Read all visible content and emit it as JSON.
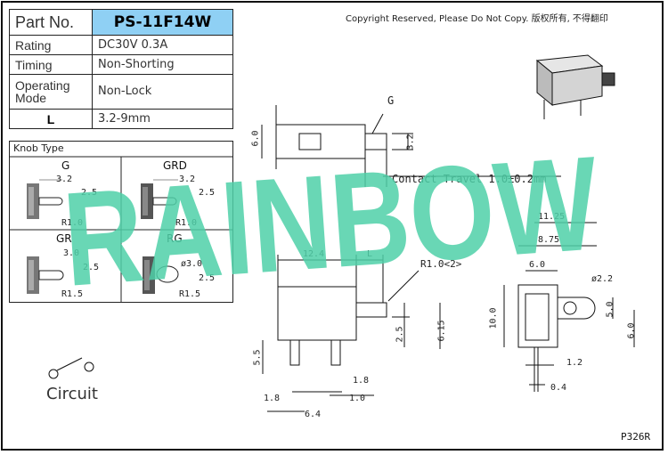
{
  "spec_table": {
    "part_no_label": "Part No.",
    "part_no_value": "PS-11F14W",
    "rows": [
      {
        "label": "Rating",
        "value": "DC30V 0.3A"
      },
      {
        "label": "Timing",
        "value": "Non-Shorting"
      },
      {
        "label": "Operating Mode",
        "value": "Non-Lock"
      },
      {
        "label": "L",
        "value": "3.2-9mm"
      }
    ]
  },
  "copyright": "Copyright Reserved, Please Do Not Copy. 版权所有, 不得翻印",
  "knob": {
    "title": "Knob Type",
    "variants": [
      {
        "name": "G",
        "d1": "3.2",
        "d2": "2.5",
        "r": "R1.0"
      },
      {
        "name": "GRD",
        "d1": "3.2",
        "d2": "2.5",
        "r": "R1.0"
      },
      {
        "name": "GR",
        "d1": "3.0",
        "d2": "2.5",
        "r": "R1.5"
      },
      {
        "name": "RG",
        "d1": "ø3.0",
        "d2": "2.5",
        "r": "R1.5"
      }
    ]
  },
  "watermark": "RAINBOW",
  "circuit_label": "Circuit",
  "drawing": {
    "top_view": {
      "label": "G",
      "d_left": "6.0",
      "d_right": "3.2"
    },
    "contact_travel": "Contact Travel 1.0±0.2mm",
    "front_view": {
      "d_length": "12.4",
      "d_L": "L",
      "d_radius": "R1.0<2>",
      "d_25": "2.5",
      "d_615": "6.15",
      "d_55": "5.5",
      "d_18a": "1.8",
      "d_18b": "1.8",
      "d_10": "1.0",
      "d_64": "6.4"
    },
    "side_view": {
      "d_1125": "11.25",
      "d_875": "8.75",
      "d_60": "6.0",
      "d_22": "ø2.2",
      "d_100": "10.0",
      "d_50": "5.0",
      "d_60b": "6.0",
      "d_12": "1.2",
      "d_04": "0.4"
    }
  },
  "page_number": "P326R",
  "colors": {
    "header_blue": "#8fd0f4",
    "watermark_green": "#4fd0a8"
  }
}
